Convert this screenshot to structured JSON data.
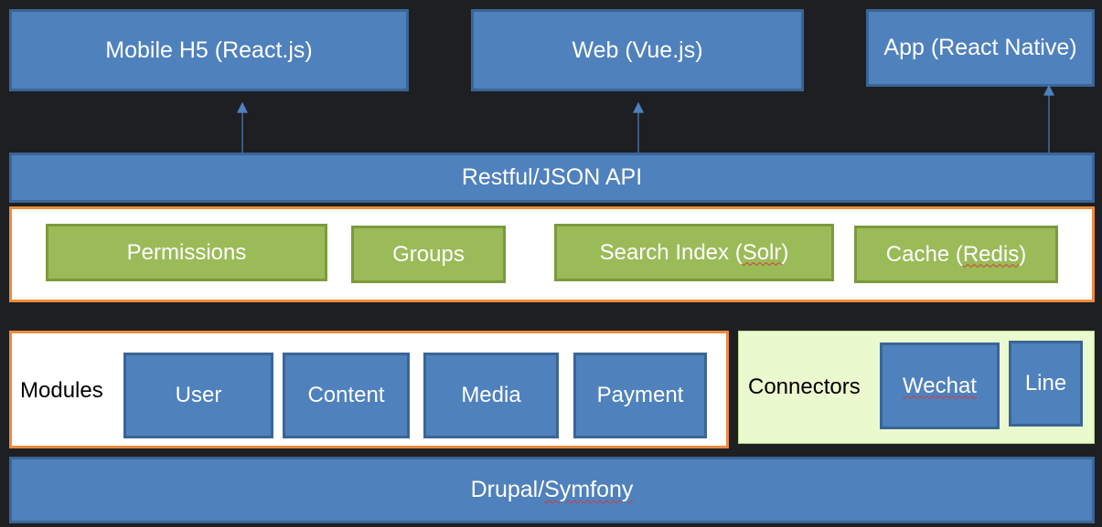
{
  "clients": {
    "mobile": "Mobile H5 (React.js)",
    "web": "Web (Vue.js)",
    "app": "App (React Native)"
  },
  "api": {
    "label": "Restful/JSON API"
  },
  "services": {
    "permissions": "Permissions",
    "groups": "Groups",
    "search_prefix": "Search Index (",
    "search_tech": "Solr",
    "search_suffix": ")",
    "cache_prefix": "Cache (",
    "cache_tech": "Redis",
    "cache_suffix": ")"
  },
  "modules": {
    "label": "Modules",
    "items": [
      "User",
      "Content",
      "Media",
      "Payment"
    ]
  },
  "connectors": {
    "label": "Connectors",
    "items": [
      "Wechat",
      "Line"
    ]
  },
  "base": {
    "prefix": "Drupal/",
    "tech": "Symfony"
  },
  "colors": {
    "background": "#1e1f22",
    "layer_blue": "#4f81bd",
    "service_green": "#9bbb59",
    "panel_border_orange": "#ed8b3b",
    "connectors_panel": "#ebf9cf"
  }
}
